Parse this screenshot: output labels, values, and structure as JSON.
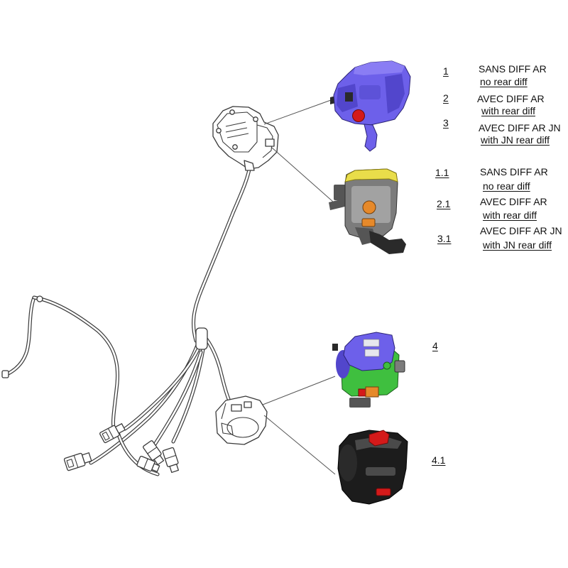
{
  "legend": {
    "items": [
      {
        "ref": "1",
        "fr": "SANS DIFF AR",
        "en": "no rear diff"
      },
      {
        "ref": "2",
        "fr": "AVEC DIFF AR",
        "en": "with rear diff"
      },
      {
        "ref": "3",
        "fr": "AVEC DIFF AR JN",
        "en": "with JN rear diff"
      },
      {
        "ref": "1.1",
        "fr": "SANS DIFF AR",
        "en": "no rear diff"
      },
      {
        "ref": "2.1",
        "fr": "AVEC DIFF AR",
        "en": "with rear diff"
      },
      {
        "ref": "3.1",
        "fr": "AVEC DIFF AR JN",
        "en": "with JN rear diff"
      },
      {
        "ref": "4"
      },
      {
        "ref": "4.1"
      }
    ]
  },
  "colors": {
    "housing_blue": "#6d60ea",
    "housing_grey": "#7c7c7c",
    "housing_black": "#1c1c1c",
    "button_red": "#d41a1a",
    "button_orange": "#e6892a",
    "rim_yellow": "#e9dd4a",
    "switch_green": "#3fbf3f",
    "line_art": "#3a3a3a"
  }
}
